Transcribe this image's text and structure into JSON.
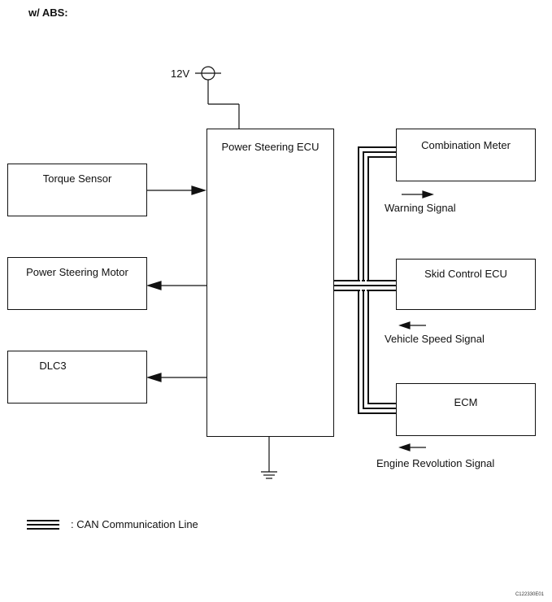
{
  "heading": "w/ ABS:",
  "power_supply": {
    "label": "12V"
  },
  "ecu": {
    "label": "Power Steering ECU"
  },
  "left_components": [
    {
      "label": "Torque Sensor"
    },
    {
      "label": "Power Steering Motor"
    },
    {
      "label": "DLC3"
    }
  ],
  "right_components": [
    {
      "label": "Combination Meter",
      "signal": "Warning Signal",
      "signal_direction": "right"
    },
    {
      "label": "Skid Control ECU",
      "signal": "Vehicle Speed Signal",
      "signal_direction": "left"
    },
    {
      "label": "ECM",
      "signal": "Engine Revolution Signal",
      "signal_direction": "left"
    }
  ],
  "legend": {
    "label": ": CAN Communication Line"
  },
  "figure_code": "C122330E01"
}
